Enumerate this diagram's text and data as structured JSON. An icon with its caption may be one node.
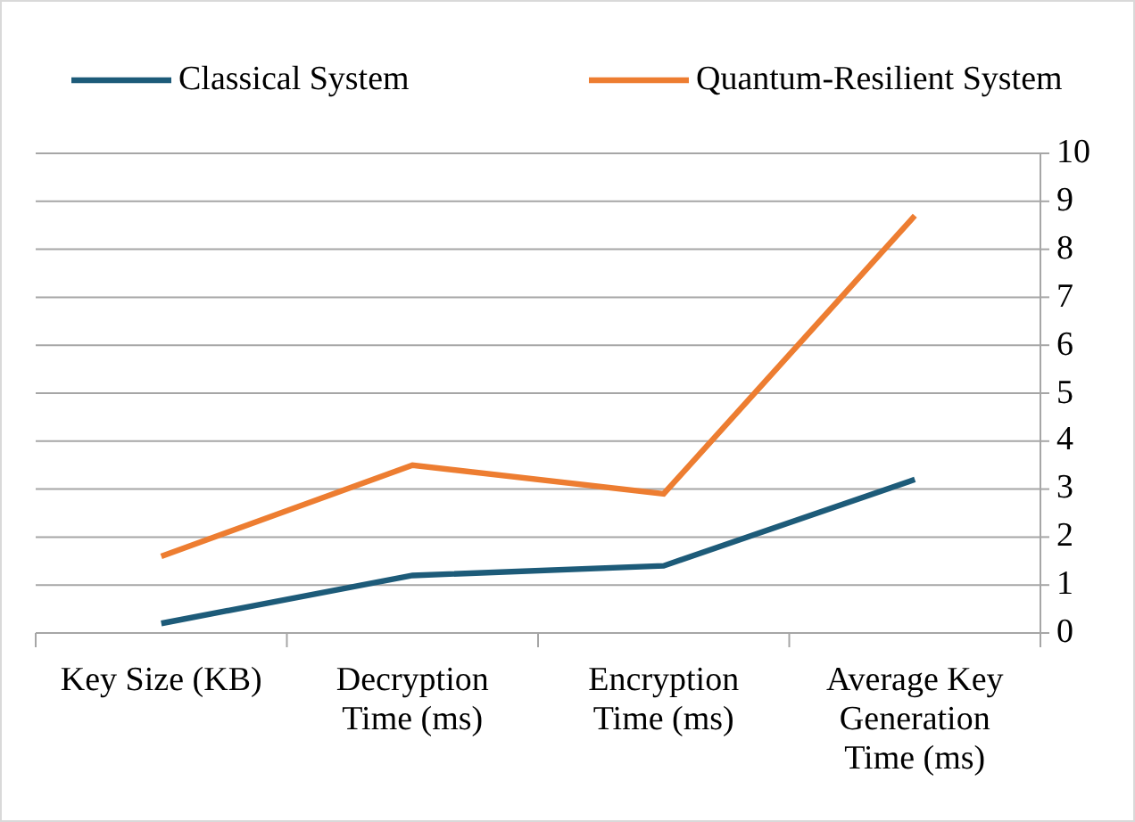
{
  "diagram": {
    "chart_data": {
      "type": "line",
      "categories": [
        "Key Size (KB)",
        "Decryption Time (ms)",
        "Encryption Time (ms)",
        "Average Key Generation Time (ms)"
      ],
      "series": [
        {
          "name": "Classical System",
          "color": "#1d5b79",
          "values": [
            0.2,
            1.2,
            1.4,
            3.2
          ]
        },
        {
          "name": "Quantum-Resilient System",
          "color": "#ed7d31",
          "values": [
            1.6,
            3.5,
            2.9,
            8.7
          ]
        }
      ],
      "grid": true,
      "legend": "top",
      "ylim": [
        0,
        10
      ],
      "yticks": [
        0,
        1,
        2,
        3,
        4,
        5,
        6,
        7,
        8,
        9,
        10
      ]
    }
  }
}
